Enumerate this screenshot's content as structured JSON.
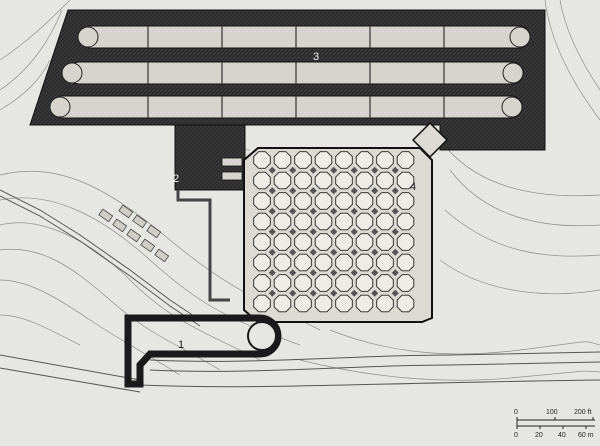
{
  "plan": {
    "zone_labels": [
      "1",
      "2",
      "3",
      "4"
    ]
  },
  "scale_bar": {
    "feet_ticks": [
      "0",
      "100",
      "200 ft"
    ],
    "meter_ticks": [
      "0",
      "20",
      "40",
      "60 m"
    ]
  }
}
